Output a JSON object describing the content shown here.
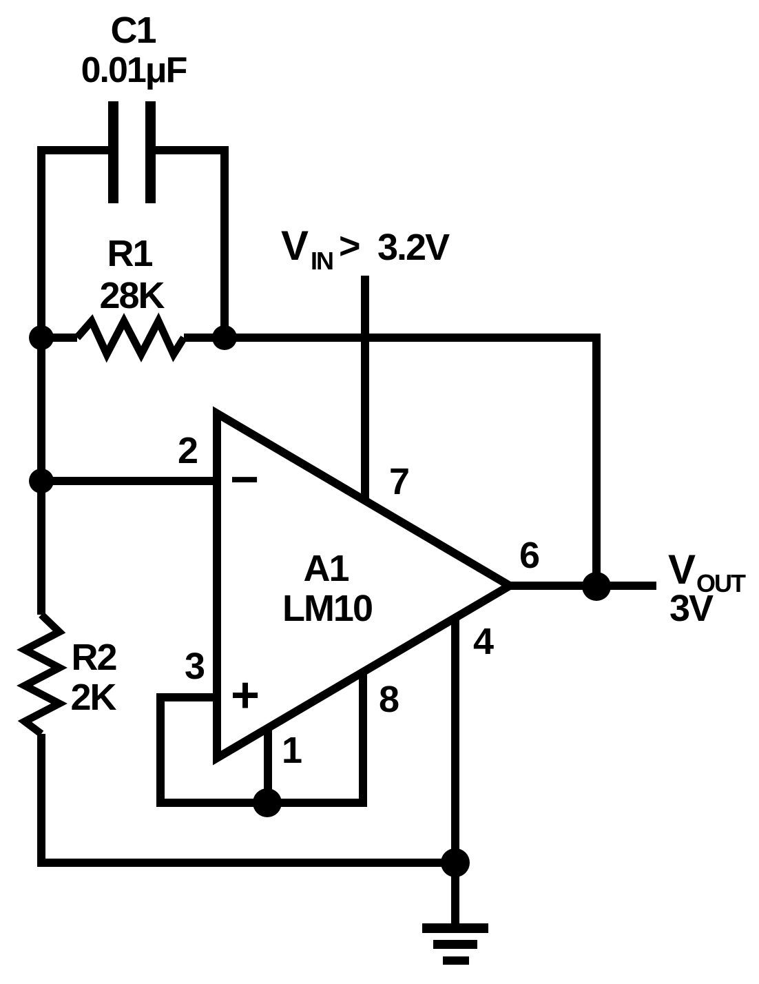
{
  "canvas": {
    "background": "#ffffff",
    "ink": "#000000",
    "description": "Op-amp voltage regulator schematic"
  },
  "components": {
    "c1": {
      "ref": "C1",
      "value": "0.01μF"
    },
    "r1": {
      "ref": "R1",
      "value": "28K"
    },
    "r2": {
      "ref": "R2",
      "value": "2K"
    },
    "opamp": {
      "ref": "A1",
      "part": "LM10",
      "inverting_sign": "−",
      "noninverting_sign": "+"
    }
  },
  "signals": {
    "vin": {
      "symbol": "V",
      "subscript": "IN",
      "comparator": ">",
      "threshold": "3.2V"
    },
    "vout": {
      "symbol": "V",
      "subscript": "OUT",
      "value": "3V"
    }
  },
  "pins": {
    "balance_1": "1",
    "inverting_input": "2",
    "noninverting_input": "3",
    "v_minus": "4",
    "output": "6",
    "v_plus": "7",
    "balance_8": "8"
  }
}
